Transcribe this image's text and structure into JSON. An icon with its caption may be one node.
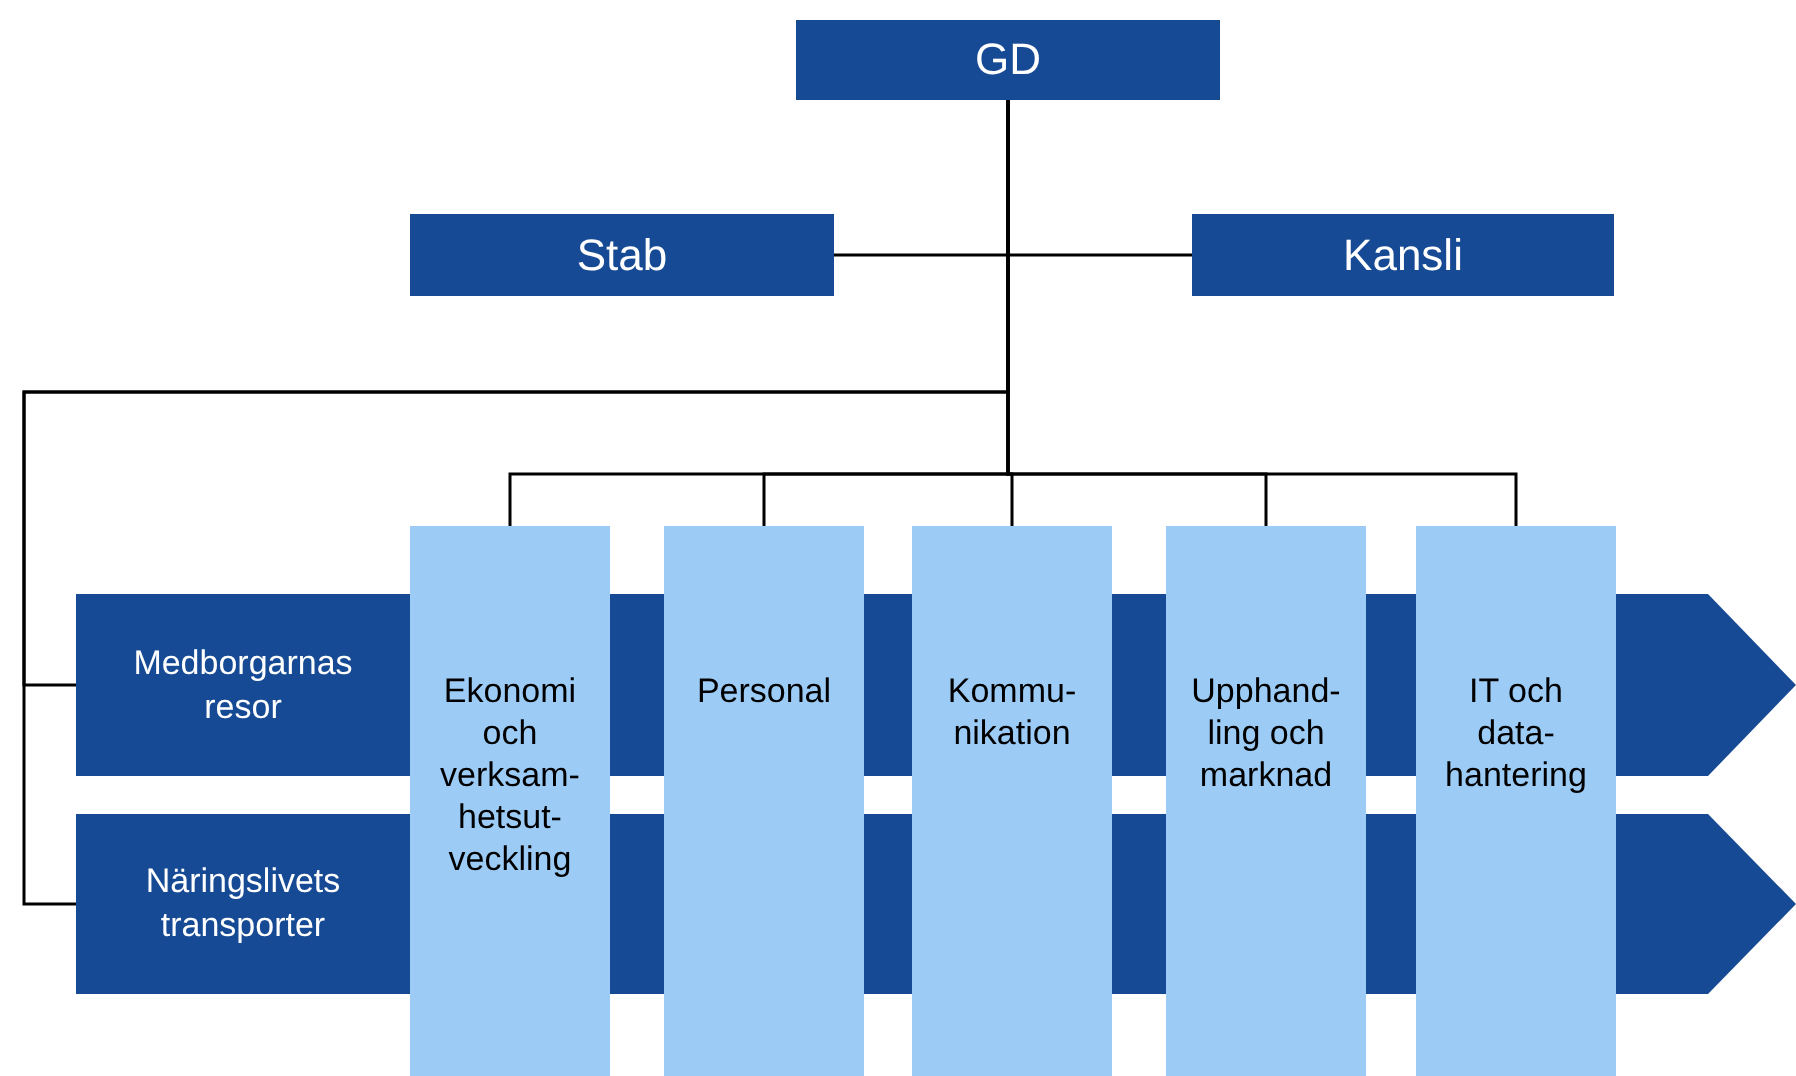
{
  "diagram": {
    "nodes": [
      {
        "text": [
          "GD"
        ]
      },
      {
        "text": [
          "Stab"
        ]
      },
      {
        "text": [
          "Kansli"
        ]
      },
      {
        "text": [
          "Medborgarnas resor"
        ]
      },
      {
        "text": [
          "Näringslivets transporter"
        ]
      },
      {
        "text": [
          "Ekonomi och verksam- hetsut- veckling"
        ]
      },
      {
        "text": [
          "Personal"
        ]
      },
      {
        "text": [
          "Kommu- nikation"
        ]
      },
      {
        "text": [
          "Upphand- ling och marknad"
        ]
      },
      {
        "text": [
          "IT och data- hantering"
        ]
      }
    ],
    "edges": [
      {
        "from": 0,
        "to": 1,
        "arrow": "none"
      },
      {
        "from": 0,
        "to": 2,
        "arrow": "none"
      },
      {
        "from": 0,
        "to": 3,
        "arrow": "none"
      },
      {
        "from": 0,
        "to": 4,
        "arrow": "none"
      },
      {
        "from": 0,
        "to": 5,
        "arrow": "none"
      },
      {
        "from": 0,
        "to": 6,
        "arrow": "none"
      },
      {
        "from": 0,
        "to": 7,
        "arrow": "none"
      },
      {
        "from": 0,
        "to": 8,
        "arrow": "none"
      },
      {
        "from": 0,
        "to": 9,
        "arrow": "none"
      }
    ]
  }
}
